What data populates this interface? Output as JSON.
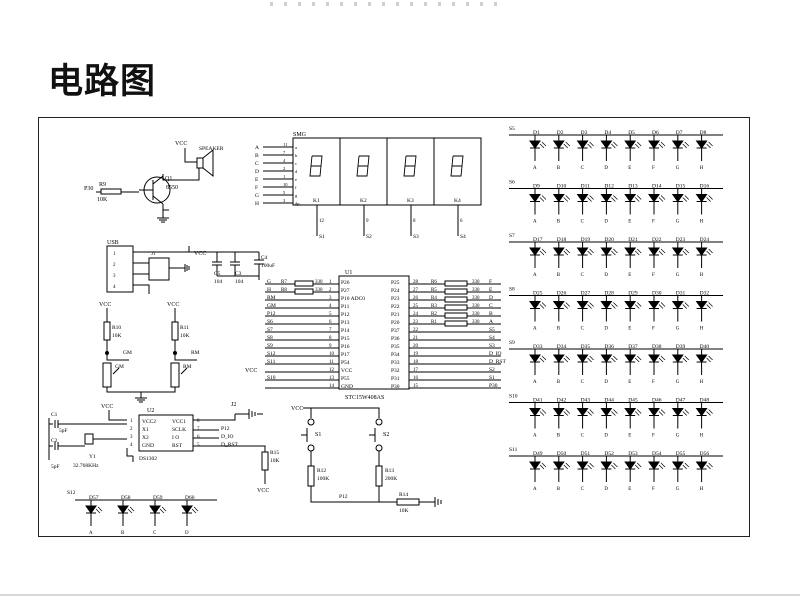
{
  "page": {
    "title": "电路图"
  },
  "speaker": {
    "vcc": "VCC",
    "label": "SPEAKER",
    "q": "Q1",
    "q_part": "8550",
    "r_pin": "P30",
    "r": "R9",
    "r_val": "10K"
  },
  "smg": {
    "label": "SMG",
    "segments": [
      "A",
      "B",
      "C",
      "D",
      "E",
      "F",
      "G",
      "H"
    ],
    "seg_pins": [
      "11",
      "7",
      "4",
      "2",
      "1",
      "10",
      "5",
      "3"
    ],
    "seg_letters": [
      "a",
      "b",
      "c",
      "d",
      "e",
      "f",
      "g",
      "dp"
    ],
    "digits": [
      "K1",
      "K2",
      "K3",
      "K4"
    ],
    "digit_pins": [
      "12",
      "9",
      "8",
      "6"
    ],
    "digit_nets": [
      "S1",
      "S2",
      "S3",
      "S4"
    ]
  },
  "usb": {
    "label": "USB",
    "j": "J1",
    "vcc": "VCC",
    "pins": [
      "1",
      "2",
      "3",
      "4"
    ],
    "c4": "C4",
    "c4_val": "100uF",
    "c5": "C5",
    "c3": "C3",
    "cap_val": "104"
  },
  "pots": {
    "r10": "R10",
    "r11": "R11",
    "val": "10K",
    "gm": "GM",
    "rm": "RM",
    "vcc": "VCC"
  },
  "rtc": {
    "c1": "C1",
    "c2": "C2",
    "c_val": "5pF",
    "y": "Y1",
    "y_val": "32.768KHz",
    "u": "U2",
    "u_part": "DS1302",
    "left_pins": [
      "VCC2",
      "X1",
      "X2",
      "GND"
    ],
    "right_pins": [
      "VCC1",
      "SCLK",
      "I O",
      "RST"
    ],
    "left_nums": [
      "1",
      "2",
      "3",
      "4"
    ],
    "right_nums": [
      "8",
      "7",
      "6",
      "5"
    ],
    "nets": [
      "P12",
      "D_IO",
      "D_RST"
    ],
    "j2": "J2",
    "vcc": "VCC",
    "r15": "R15",
    "r15_val": "10K"
  },
  "mcu": {
    "label": "U1",
    "part": "STC15W408AS",
    "vcc": "VCC",
    "left_nets": [
      "G",
      "H",
      "RM",
      "GM",
      "P12",
      "S6",
      "S7",
      "S8",
      "S9",
      "S12",
      "S11",
      "",
      "S10",
      ""
    ],
    "left_res": [
      "R7",
      "R8"
    ],
    "res_val": "330",
    "left_pins": [
      "P26",
      "P27",
      "P10 ADC0",
      "P11",
      "P12",
      "P13",
      "P14",
      "P15",
      "P16",
      "P17",
      "P54",
      "VCC",
      "P55",
      "GND"
    ],
    "left_nums": [
      "1",
      "2",
      "3",
      "4",
      "5",
      "6",
      "7",
      "8",
      "9",
      "10",
      "11",
      "12",
      "13",
      "14"
    ],
    "right_pins": [
      "P25",
      "P24",
      "P23",
      "P22",
      "P21",
      "P20",
      "P37",
      "P36",
      "P35",
      "P34",
      "P33",
      "P32",
      "P31",
      "P30"
    ],
    "right_nums": [
      "28",
      "27",
      "26",
      "25",
      "24",
      "23",
      "22",
      "21",
      "20",
      "19",
      "18",
      "17",
      "16",
      "15"
    ],
    "right_res": [
      "R6",
      "R5",
      "R4",
      "R3",
      "R2",
      "R1"
    ],
    "right_nets": [
      "F",
      "E",
      "D",
      "C",
      "B",
      "A",
      "S5",
      "S4",
      "S3",
      "D_IO",
      "D_RST",
      "S2",
      "S1",
      "P30"
    ]
  },
  "switches": {
    "vcc": "VCC",
    "s1": "S1",
    "s2": "S2",
    "r12": "R12",
    "r12_val": "100K",
    "r13": "R13",
    "r13_val": "200K",
    "p12": "P12",
    "r14": "R14",
    "r14_val": "10K"
  },
  "led_bottom": {
    "net": "S12",
    "leds": [
      "D57",
      "D58",
      "D59",
      "D60"
    ],
    "pins": [
      "A",
      "B",
      "C",
      "D"
    ]
  },
  "led_rows": [
    {
      "net": "S5",
      "leds": [
        "D1",
        "D2",
        "D3",
        "D4",
        "D5",
        "D6",
        "D7",
        "D8"
      ]
    },
    {
      "net": "S6",
      "leds": [
        "D9",
        "D10",
        "D11",
        "D12",
        "D13",
        "D14",
        "D15",
        "D16"
      ]
    },
    {
      "net": "S7",
      "leds": [
        "D17",
        "D18",
        "D19",
        "D20",
        "D21",
        "D22",
        "D23",
        "D24"
      ]
    },
    {
      "net": "S8",
      "leds": [
        "D25",
        "D26",
        "D27",
        "D28",
        "D29",
        "D30",
        "D31",
        "D32"
      ]
    },
    {
      "net": "S9",
      "leds": [
        "D33",
        "D34",
        "D35",
        "D36",
        "D37",
        "D38",
        "D39",
        "D40"
      ]
    },
    {
      "net": "S10",
      "leds": [
        "D41",
        "D42",
        "D43",
        "D44",
        "D45",
        "D46",
        "D47",
        "D48"
      ]
    },
    {
      "net": "S11",
      "leds": [
        "D49",
        "D50",
        "D51",
        "D52",
        "D53",
        "D54",
        "D55",
        "D56"
      ]
    }
  ],
  "led_pins": [
    "A",
    "B",
    "C",
    "D",
    "E",
    "F",
    "G",
    "H"
  ]
}
